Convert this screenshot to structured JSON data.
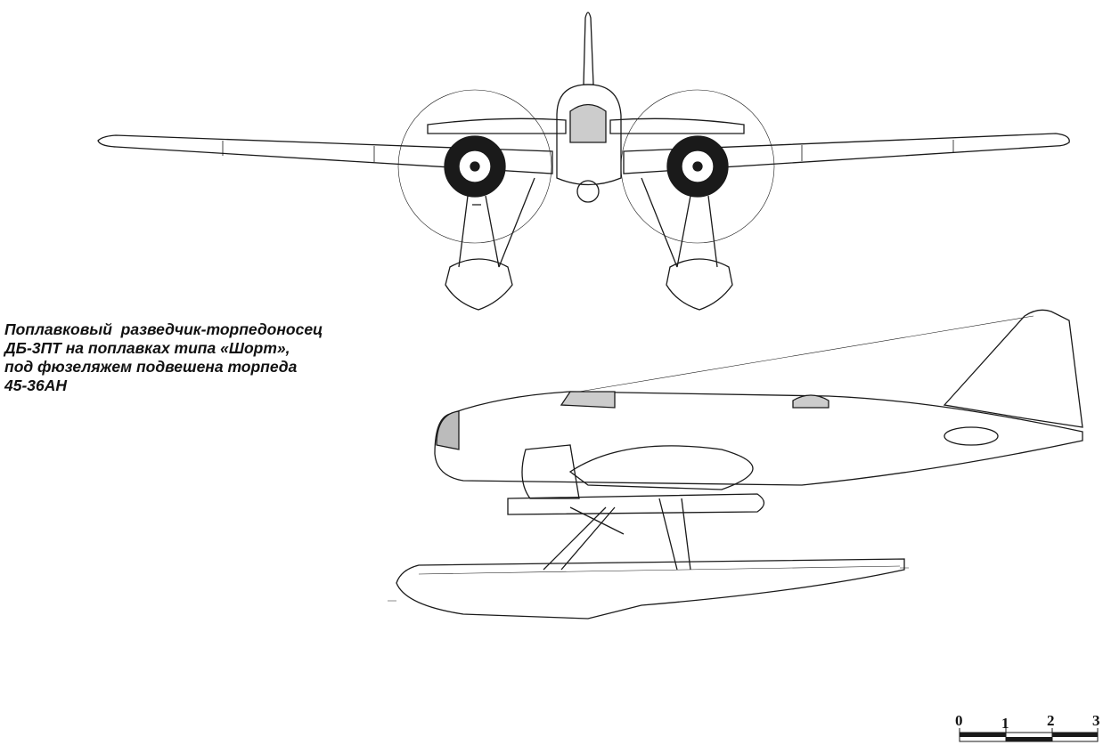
{
  "caption": {
    "lines": [
      "Поплавковый  разведчик-торпедоносец",
      "ДБ-3ПТ на поплавках типа «Шорт»,",
      "под фюзеляжем подвешена торпеда",
      "45-36АН"
    ]
  },
  "scale_bar": {
    "labels": [
      "0",
      "1",
      "2",
      "3"
    ]
  },
  "colors": {
    "ink": "#1a1a1a",
    "paper": "#ffffff"
  }
}
